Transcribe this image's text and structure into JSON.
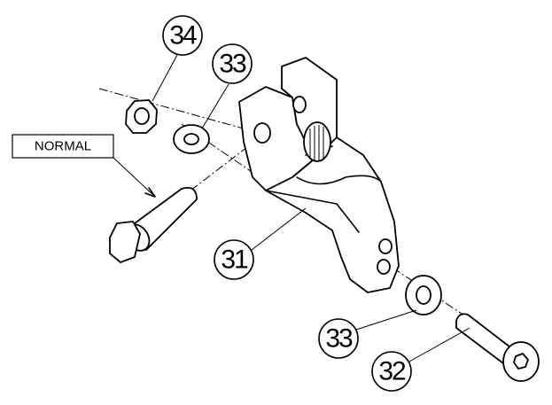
{
  "diagram": {
    "callouts": [
      {
        "id": "part-34",
        "label": "34"
      },
      {
        "id": "part-33-top",
        "label": "33"
      },
      {
        "id": "part-31",
        "label": "31"
      },
      {
        "id": "part-33-bottom",
        "label": "33"
      },
      {
        "id": "part-32",
        "label": "32"
      }
    ],
    "variant_tag": "NORMAL"
  }
}
